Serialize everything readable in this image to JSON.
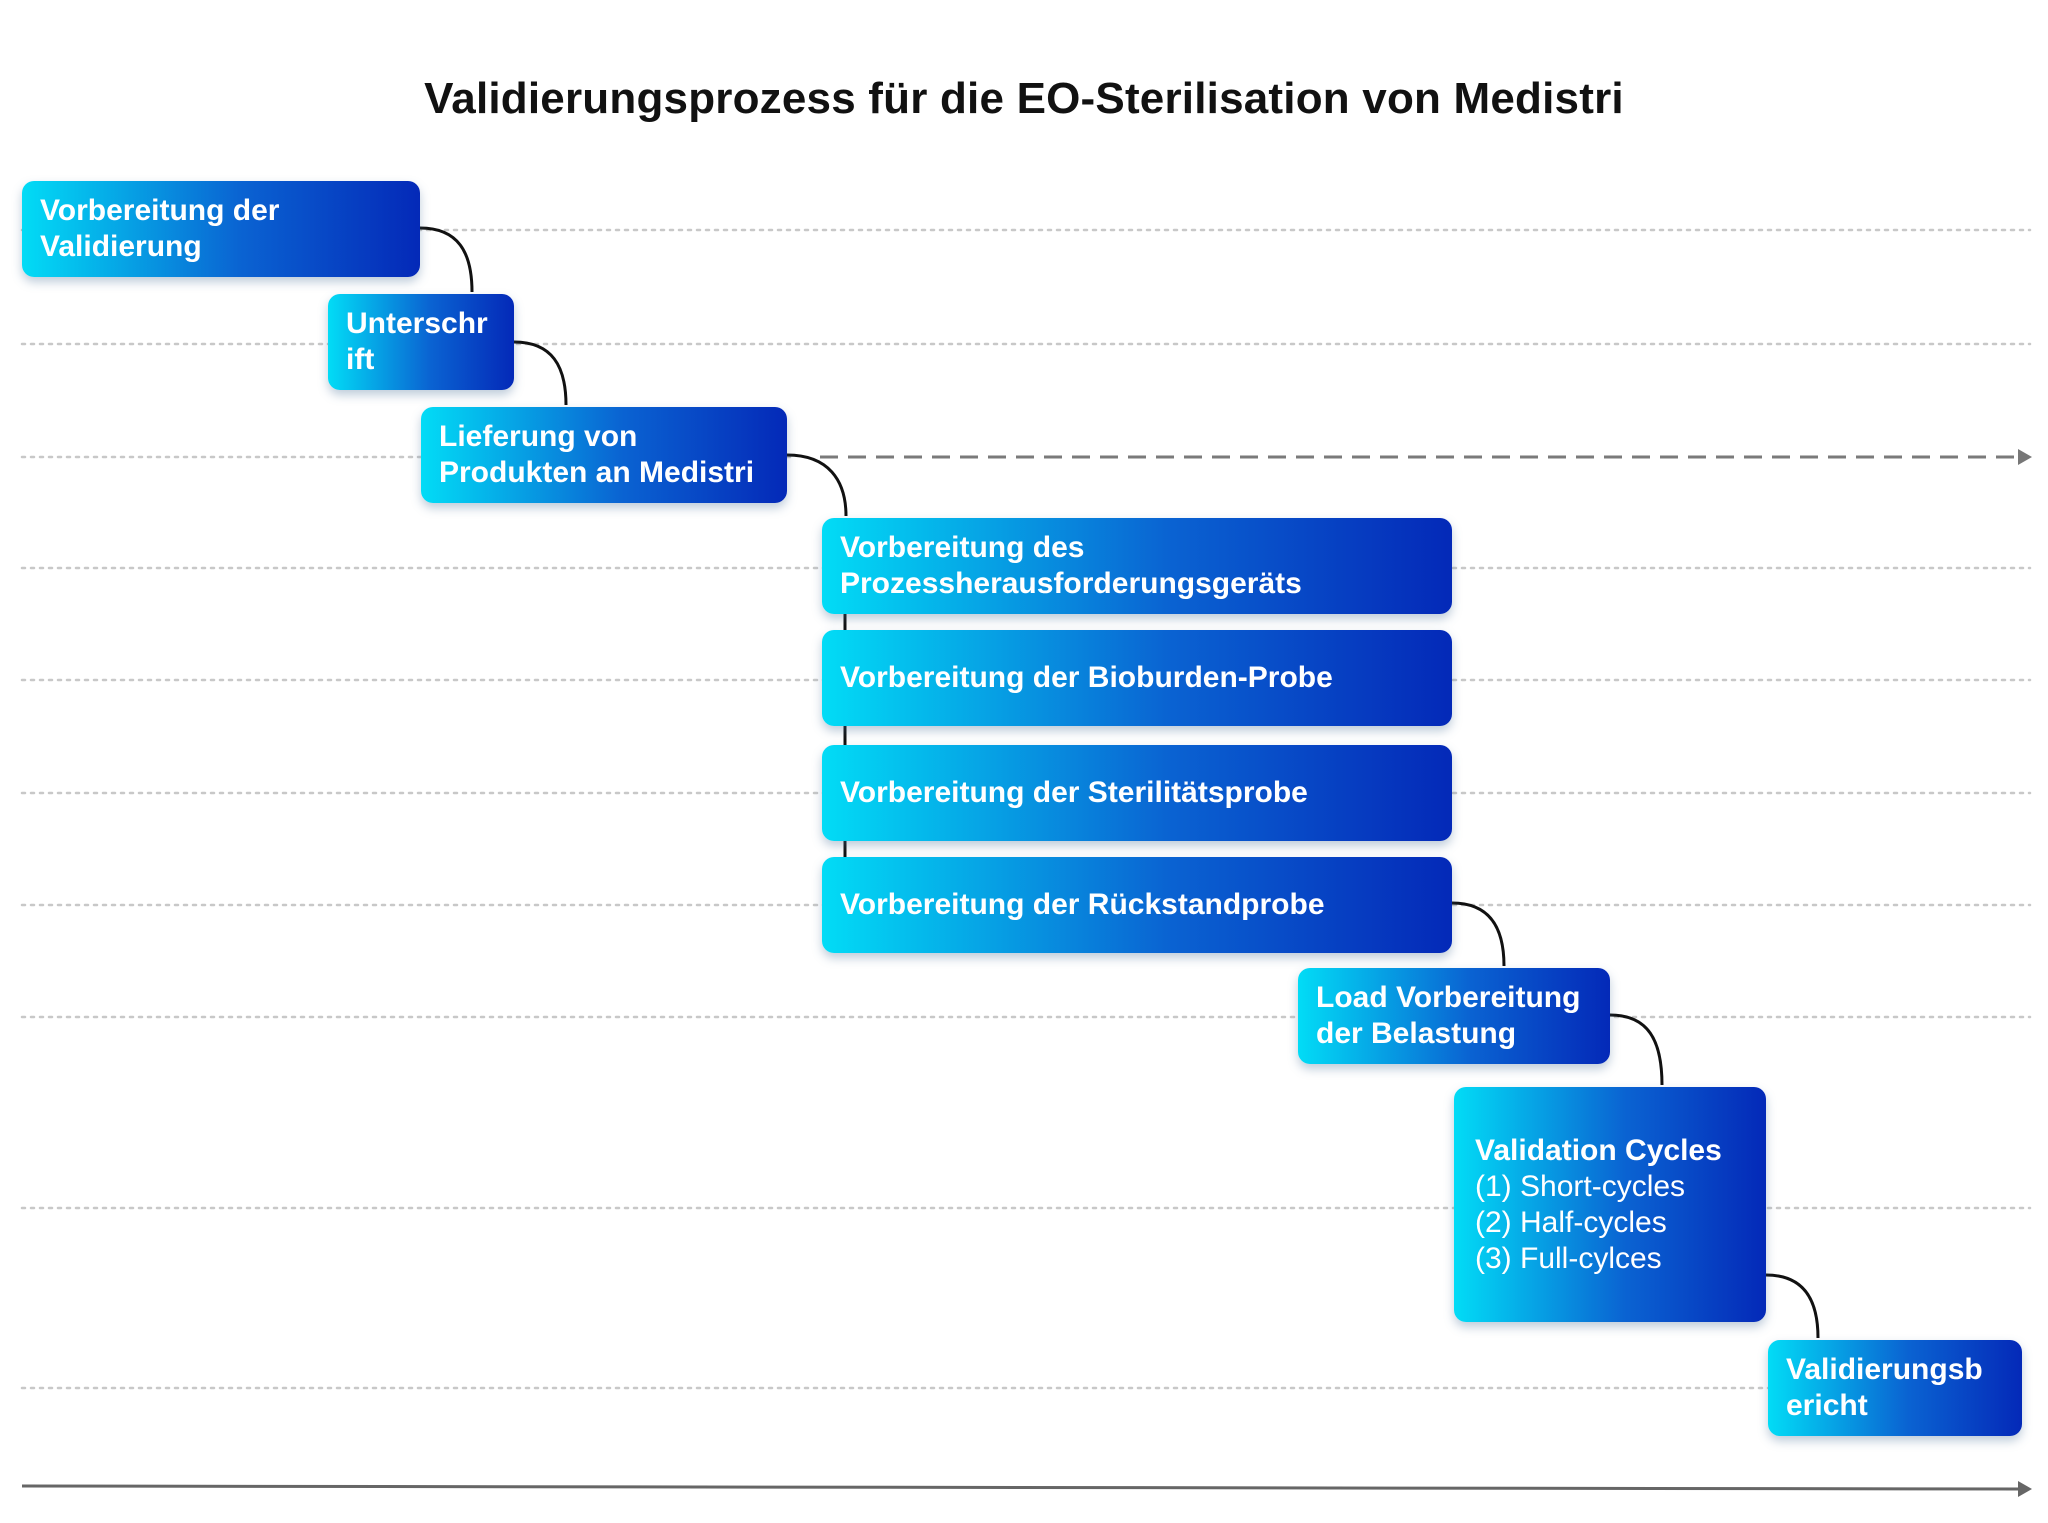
{
  "title": "Validierungsprozess für die EO-Sterilisation von Medistri",
  "colors": {
    "box_gradient_start": "#02dcf6",
    "box_gradient_mid": "#0a63d2",
    "box_gradient_end": "#0429b8",
    "text": "#ffffff",
    "connector": "#111111",
    "guide_line": "#c8c8c8",
    "axis": "#666666"
  },
  "steps": [
    {
      "label_lines": [
        "Vorbereitung der",
        "Validierung"
      ]
    },
    {
      "label_lines": [
        "Unterschr",
        "ift"
      ]
    },
    {
      "label_lines": [
        "Lieferung von",
        "Produkten an Medistri"
      ]
    },
    {
      "label_lines": [
        "Vorbereitung des",
        "Prozessherausforderungsgeräts"
      ]
    },
    {
      "label_lines": [
        "Vorbereitung der Bioburden-Probe"
      ]
    },
    {
      "label_lines": [
        "Vorbereitung der Sterilitätsprobe"
      ]
    },
    {
      "label_lines": [
        "Vorbereitung der Rückstandprobe"
      ]
    },
    {
      "label_lines": [
        "Load Vorbereitung",
        "der Belastung"
      ]
    },
    {
      "label_lines": [
        "Validation Cycles"
      ],
      "items": [
        "(1) Short-cycles",
        "(2) Half-cycles",
        "(3) Full-cylces"
      ]
    },
    {
      "label_lines": [
        "Validierungsb",
        "ericht"
      ]
    }
  ]
}
